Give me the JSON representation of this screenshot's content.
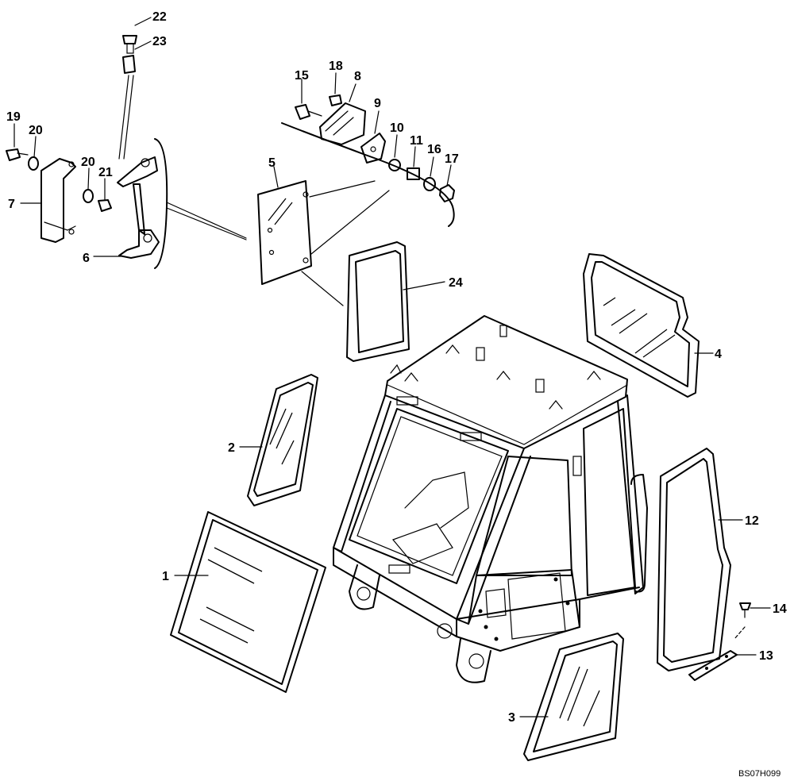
{
  "labels": {
    "p1": "1",
    "p2": "2",
    "p3": "3",
    "p4": "4",
    "p5": "5",
    "p6": "6",
    "p7": "7",
    "p8": "8",
    "p9": "9",
    "p10": "10",
    "p11": "11",
    "p12": "12",
    "p13": "13",
    "p14": "14",
    "p15": "15",
    "p16": "16",
    "p17": "17",
    "p18": "18",
    "p19": "19",
    "p20a": "20",
    "p20b": "20",
    "p21": "21",
    "p22": "22",
    "p23": "23",
    "p24": "24"
  },
  "reference_code": "BS07H099"
}
